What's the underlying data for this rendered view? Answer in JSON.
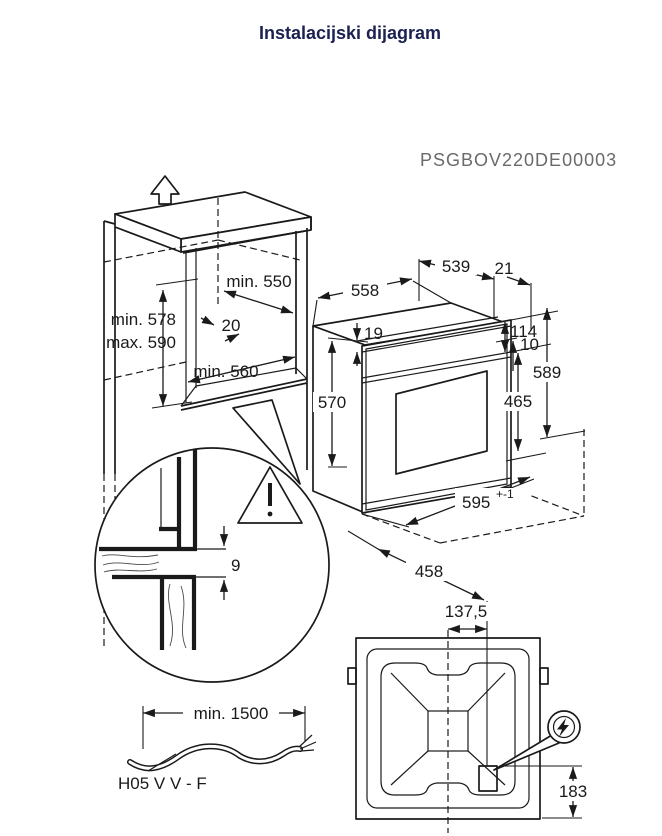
{
  "title": "Instalacijski dijagram",
  "drawing_code": "PSGBOV220DE00003",
  "colors": {
    "title_navy": "#1b2151",
    "code_gray": "#6a6a6a",
    "line_black": "#1a1a1a"
  },
  "cabinet": {
    "niche_depth": "min. 550",
    "rail_width": "20",
    "niche_height_min": "min. 578",
    "niche_height_max": "max. 590",
    "niche_width": "min. 560"
  },
  "oven": {
    "body_width": "558",
    "body_depth": "539",
    "door_protrusion": "21",
    "top_clearance": "19",
    "panel_height": "114",
    "top_gap": "10",
    "front_height": "589",
    "door_height": "465",
    "body_height": "570",
    "front_width": "595",
    "front_width_tolerance": "+-1",
    "floor_depth": "458"
  },
  "detail": {
    "mounting_gap": "9"
  },
  "cable": {
    "min_length": "min. 1500",
    "type_label": "H05 V V - F"
  },
  "bottom_view": {
    "connection_offset_x": "137,5",
    "connection_offset_y": "183"
  },
  "icons": {
    "removal_arrow": "up-arrow",
    "warning": "warning-triangle",
    "electrical": "lightning-bolt"
  }
}
